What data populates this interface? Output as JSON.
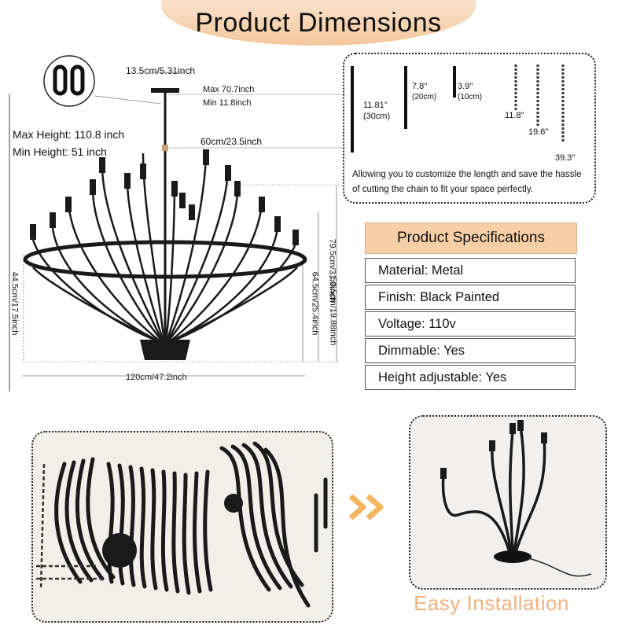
{
  "header": {
    "title": "Product Dimensions"
  },
  "dimensions": {
    "canopy": "13.5cm/5.31inch",
    "chain_max": "Max 70.7inch",
    "chain_min": "Min  11.8inch",
    "max_height": "Max Height: 110.8 inch",
    "min_height": "Min Height: 51 inch",
    "ring_width": "60cm/23.5inch",
    "total_width": "120cm/47.2inch",
    "lower_height": "44.5cm/17.5inch",
    "mid_height": "64.5cm/25.4inch",
    "inner_height": "50.5cm/19.88inch",
    "body_height": "79.5cm/31.3inch"
  },
  "rods": [
    {
      "inch": "11.81''",
      "cm": "(30cm)"
    },
    {
      "inch": "7.8''",
      "cm": "(20cm)"
    },
    {
      "inch": "3.9''",
      "cm": "(10cm)"
    }
  ],
  "chains": [
    "11.8''",
    "19.6''",
    "39.3''"
  ],
  "chain_note": "Allowing you to customize the length and save the hassle of cutting the chain to fit your space perfectly.",
  "specs": {
    "title": "Product Specifications",
    "rows": [
      "Material: Metal",
      "Finish: Black Painted",
      "Voltage: 110v",
      "Dimmable: Yes",
      "Height adjustable: Yes"
    ]
  },
  "installation": {
    "label": "Easy Installation"
  },
  "colors": {
    "banner": "#f3c79c",
    "spec_header": "#f6cfa6",
    "accent": "#f0b27f",
    "metal": "#1a1a1a"
  },
  "icons": [
    "chain-link-icon",
    "double-arrow-icon"
  ]
}
